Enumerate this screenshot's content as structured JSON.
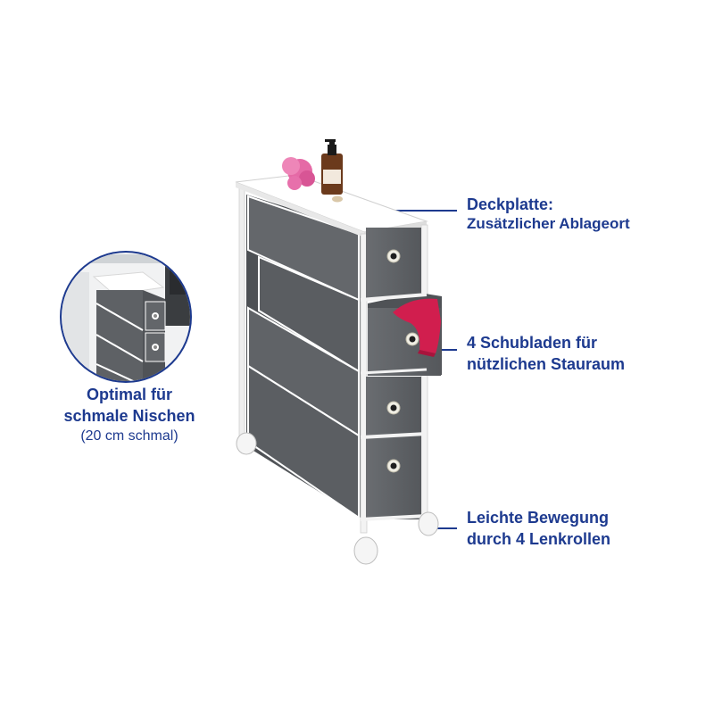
{
  "callouts": {
    "top": {
      "title": "Deckplatte:",
      "sub": "Zusätzlicher Ablageort"
    },
    "middle": {
      "line1": "4 Schubladen für",
      "line2": "nützlichen Stauraum"
    },
    "bottom": {
      "line1": "Leichte Bewegung",
      "line2": "durch 4 Lenkrollen"
    },
    "left": {
      "line1": "Optimal für",
      "line2": "schmale Nischen",
      "note": "(20 cm schmal)"
    }
  },
  "colors": {
    "accent": "#1d3a8f",
    "frame": "#f2f2f2",
    "fabric": "#5b5e62",
    "fabric_dark": "#46494c",
    "towel": "#d11e4e",
    "sponge": "#e56aa6"
  },
  "product": {
    "name": "slim-drawer-cart",
    "drawer_count": 4,
    "caster_count": 4
  }
}
